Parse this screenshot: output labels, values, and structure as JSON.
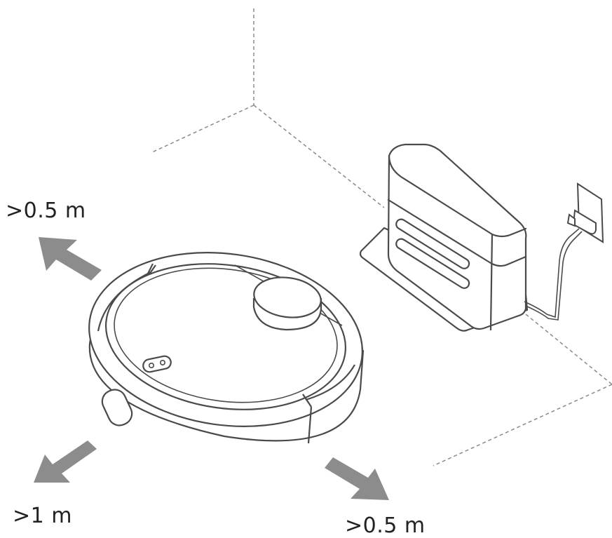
{
  "labels": {
    "left_clearance": ">0.5 m",
    "front_clearance": ">1 m",
    "right_clearance": ">0.5 m"
  },
  "colors": {
    "line": "#4a4a4a",
    "arrow": "#8c8c8c",
    "dash": "#8a8a8a"
  },
  "icons": [
    "robot-vacuum-icon",
    "charging-dock-icon",
    "wall-outlet-icon",
    "clearance-arrow-icon"
  ]
}
